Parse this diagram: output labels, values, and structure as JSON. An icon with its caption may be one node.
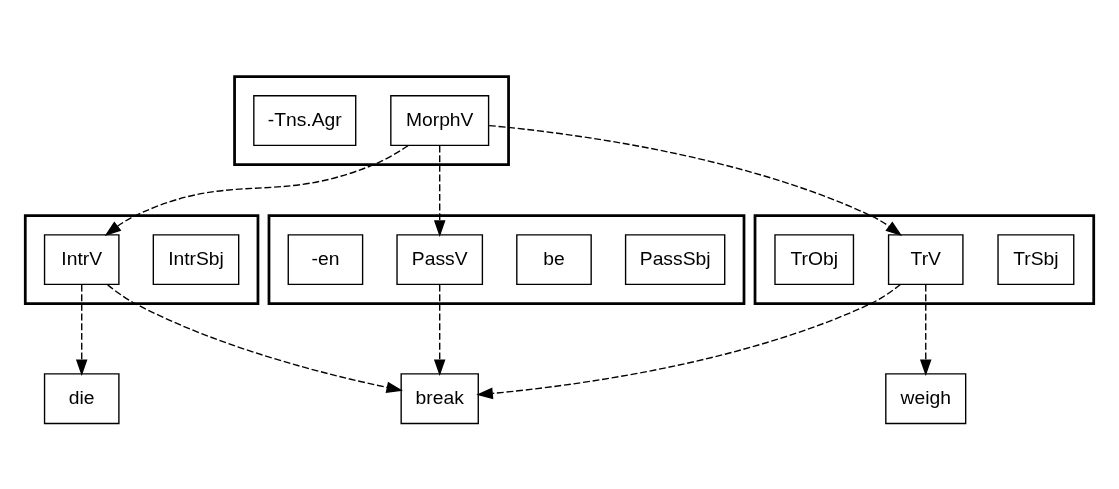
{
  "diagram": {
    "nodes": [
      {
        "text": [],
        "shape": "box"
      },
      {
        "text": [
          "MorphV"
        ],
        "in": 0
      },
      {
        "text": [
          "-Tns.Agr"
        ],
        "in": 0
      },
      {
        "text": [],
        "shape": "box"
      },
      {
        "text": [
          "IntrSbj"
        ],
        "in": 3
      },
      {
        "text": [
          "IntrV"
        ],
        "in": 3
      },
      {
        "text": [],
        "shape": "box"
      },
      {
        "text": [
          "PassSbj"
        ],
        "in": 6
      },
      {
        "text": [
          "be"
        ],
        "in": 6
      },
      {
        "text": [
          "PassV"
        ],
        "in": 6
      },
      {
        "text": [
          "-en"
        ],
        "in": 6
      },
      {
        "text": [],
        "shape": "box"
      },
      {
        "text": [
          "TrSbj"
        ],
        "in": 11
      },
      {
        "text": [
          "TrV"
        ],
        "in": 11
      },
      {
        "text": [
          "TrObj"
        ],
        "in": 11
      },
      {
        "text": [
          "die"
        ]
      },
      {
        "text": [
          "break"
        ]
      },
      {
        "text": [
          "weigh"
        ]
      }
    ],
    "edges": [
      {
        "from": 1,
        "to": 5,
        "arrow": "to",
        "style": "dashed"
      },
      {
        "from": 1,
        "to": 9,
        "arrow": "to",
        "style": "dashed"
      },
      {
        "from": 1,
        "to": 13,
        "arrow": "to",
        "style": "dashed"
      },
      {
        "from": 5,
        "to": 15,
        "arrow": "to",
        "style": "dashed"
      },
      {
        "from": 5,
        "to": 16,
        "arrow": "to",
        "style": "dashed"
      },
      {
        "from": 9,
        "to": 16,
        "arrow": "to",
        "style": "dashed"
      },
      {
        "from": 13,
        "to": 16,
        "arrow": "to",
        "style": "dashed"
      },
      {
        "from": 13,
        "to": 17,
        "arrow": "to",
        "style": "dashed"
      }
    ]
  }
}
